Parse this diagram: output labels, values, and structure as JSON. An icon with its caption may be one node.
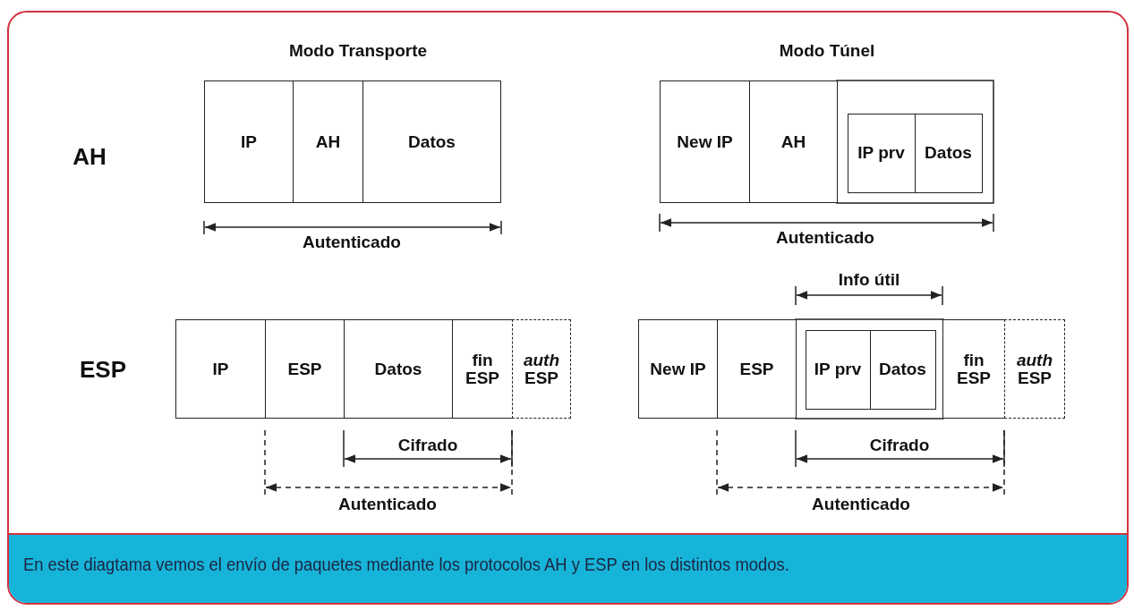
{
  "diagram": {
    "caption": "En este diagtama vemos el envío de paquetes mediante los protocolos AH y ESP en los distintos modos.",
    "nodes": [
      {
        "text": [
          "IP"
        ]
      },
      {
        "text": [
          "AH"
        ]
      },
      {
        "text": [
          "Datos"
        ]
      },
      {
        "text": [
          "New IP"
        ]
      },
      {
        "text": [
          "AH"
        ]
      },
      {
        "text": [],
        "shape": "box"
      },
      {
        "text": [
          "IP prv"
        ],
        "in": 5
      },
      {
        "text": [
          "Datos"
        ],
        "in": 5
      },
      {
        "text": [
          "IP"
        ]
      },
      {
        "text": [
          "ESP"
        ]
      },
      {
        "text": [
          "Datos"
        ]
      },
      {
        "text": [
          "fin ESP"
        ]
      },
      {
        "text": [
          "*auth* ESP"
        ]
      },
      {
        "text": [
          "New IP"
        ]
      },
      {
        "text": [
          "ESP"
        ]
      },
      {
        "text": [],
        "shape": "box"
      },
      {
        "text": [
          "IP prv"
        ],
        "in": 15
      },
      {
        "text": [
          "Datos"
        ],
        "in": 15
      },
      {
        "text": [
          "fin ESP"
        ]
      },
      {
        "text": [
          "*auth* ESP"
        ]
      }
    ],
    "edges": [],
    "labels": [
      "Modo Transporte",
      "Modo Túnel",
      "AH",
      "Autenticado",
      "Autenticado",
      "Info útil",
      "ESP",
      "Cifrado",
      "Cifrado",
      "Autenticado",
      "Autenticado"
    ]
  }
}
